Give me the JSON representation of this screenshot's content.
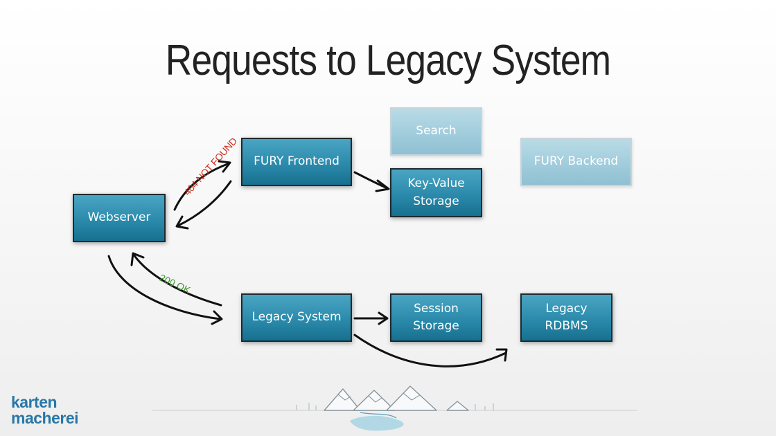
{
  "slide": {
    "title": "Requests to Legacy System"
  },
  "nodes": {
    "webserver": {
      "label": "Webserver"
    },
    "fury_frontend": {
      "label": "FURY Frontend"
    },
    "search": {
      "label": "Search"
    },
    "kv_storage": {
      "line1": "Key-Value",
      "line2": "Storage"
    },
    "fury_backend": {
      "label": "FURY Backend"
    },
    "legacy_system": {
      "label": "Legacy System"
    },
    "session_storage": {
      "line1": "Session",
      "line2": "Storage"
    },
    "legacy_rdbms": {
      "line1": "Legacy",
      "line2": "RDBMS"
    }
  },
  "edge_labels": {
    "not_found": "404 NOT FOUND",
    "ok": "200 OK"
  },
  "logo": {
    "line1": "karten",
    "line2": "macherei"
  },
  "colors": {
    "box_active": "#2b8aab",
    "box_faded": "#9fcbdb",
    "error_label": "#cc2a1a",
    "ok_label": "#3f9a2e",
    "logo": "#2877a6"
  }
}
